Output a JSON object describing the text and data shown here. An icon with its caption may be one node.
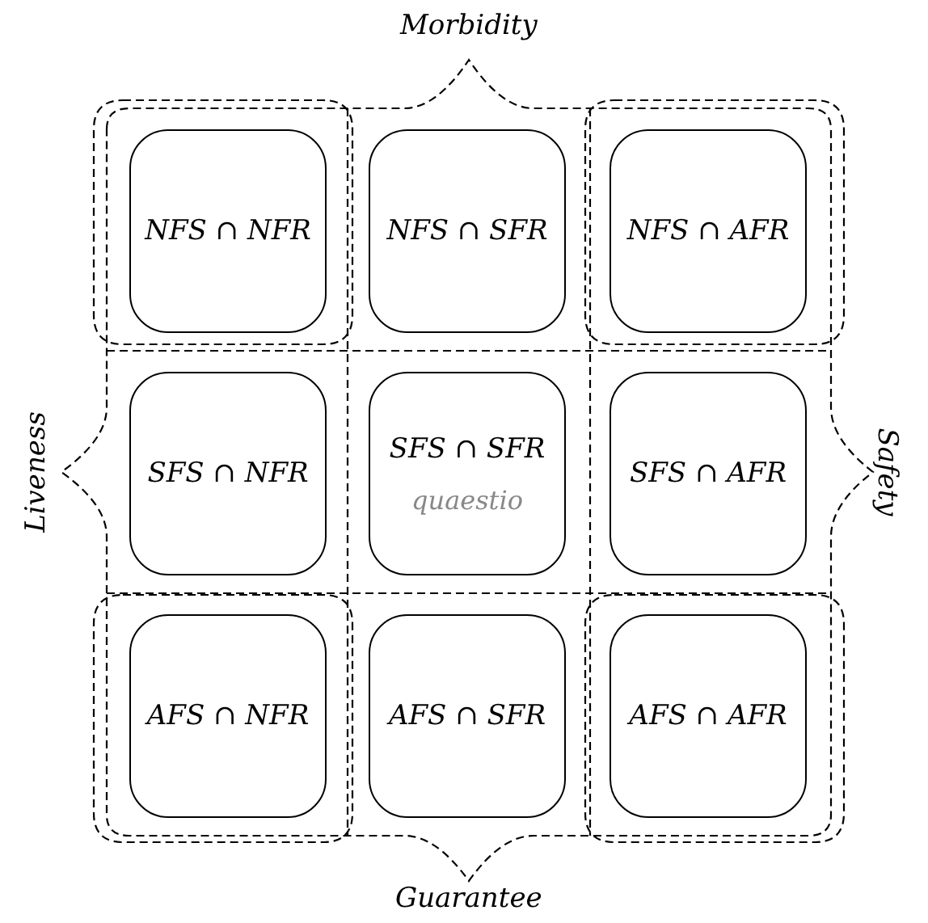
{
  "diagram": {
    "nodes": [
      {
        "text": [
          "NFS ∩ NFR"
        ]
      },
      {
        "text": [
          "NFS ∩ SFR"
        ]
      },
      {
        "text": [
          "NFS ∩ AFR"
        ]
      },
      {
        "text": [
          "SFS ∩ NFR"
        ]
      },
      {
        "text": [
          "SFS ∩ SFR",
          "quaestio"
        ]
      },
      {
        "text": [
          "SFS ∩ AFR"
        ]
      },
      {
        "text": [
          "AFS ∩ NFR"
        ]
      },
      {
        "text": [
          "AFS ∩ SFR"
        ]
      },
      {
        "text": [
          "AFS ∩ AFR"
        ]
      }
    ],
    "labels": [
      "Morbidity",
      "Liveness",
      "Safety",
      "Guarantee"
    ]
  }
}
